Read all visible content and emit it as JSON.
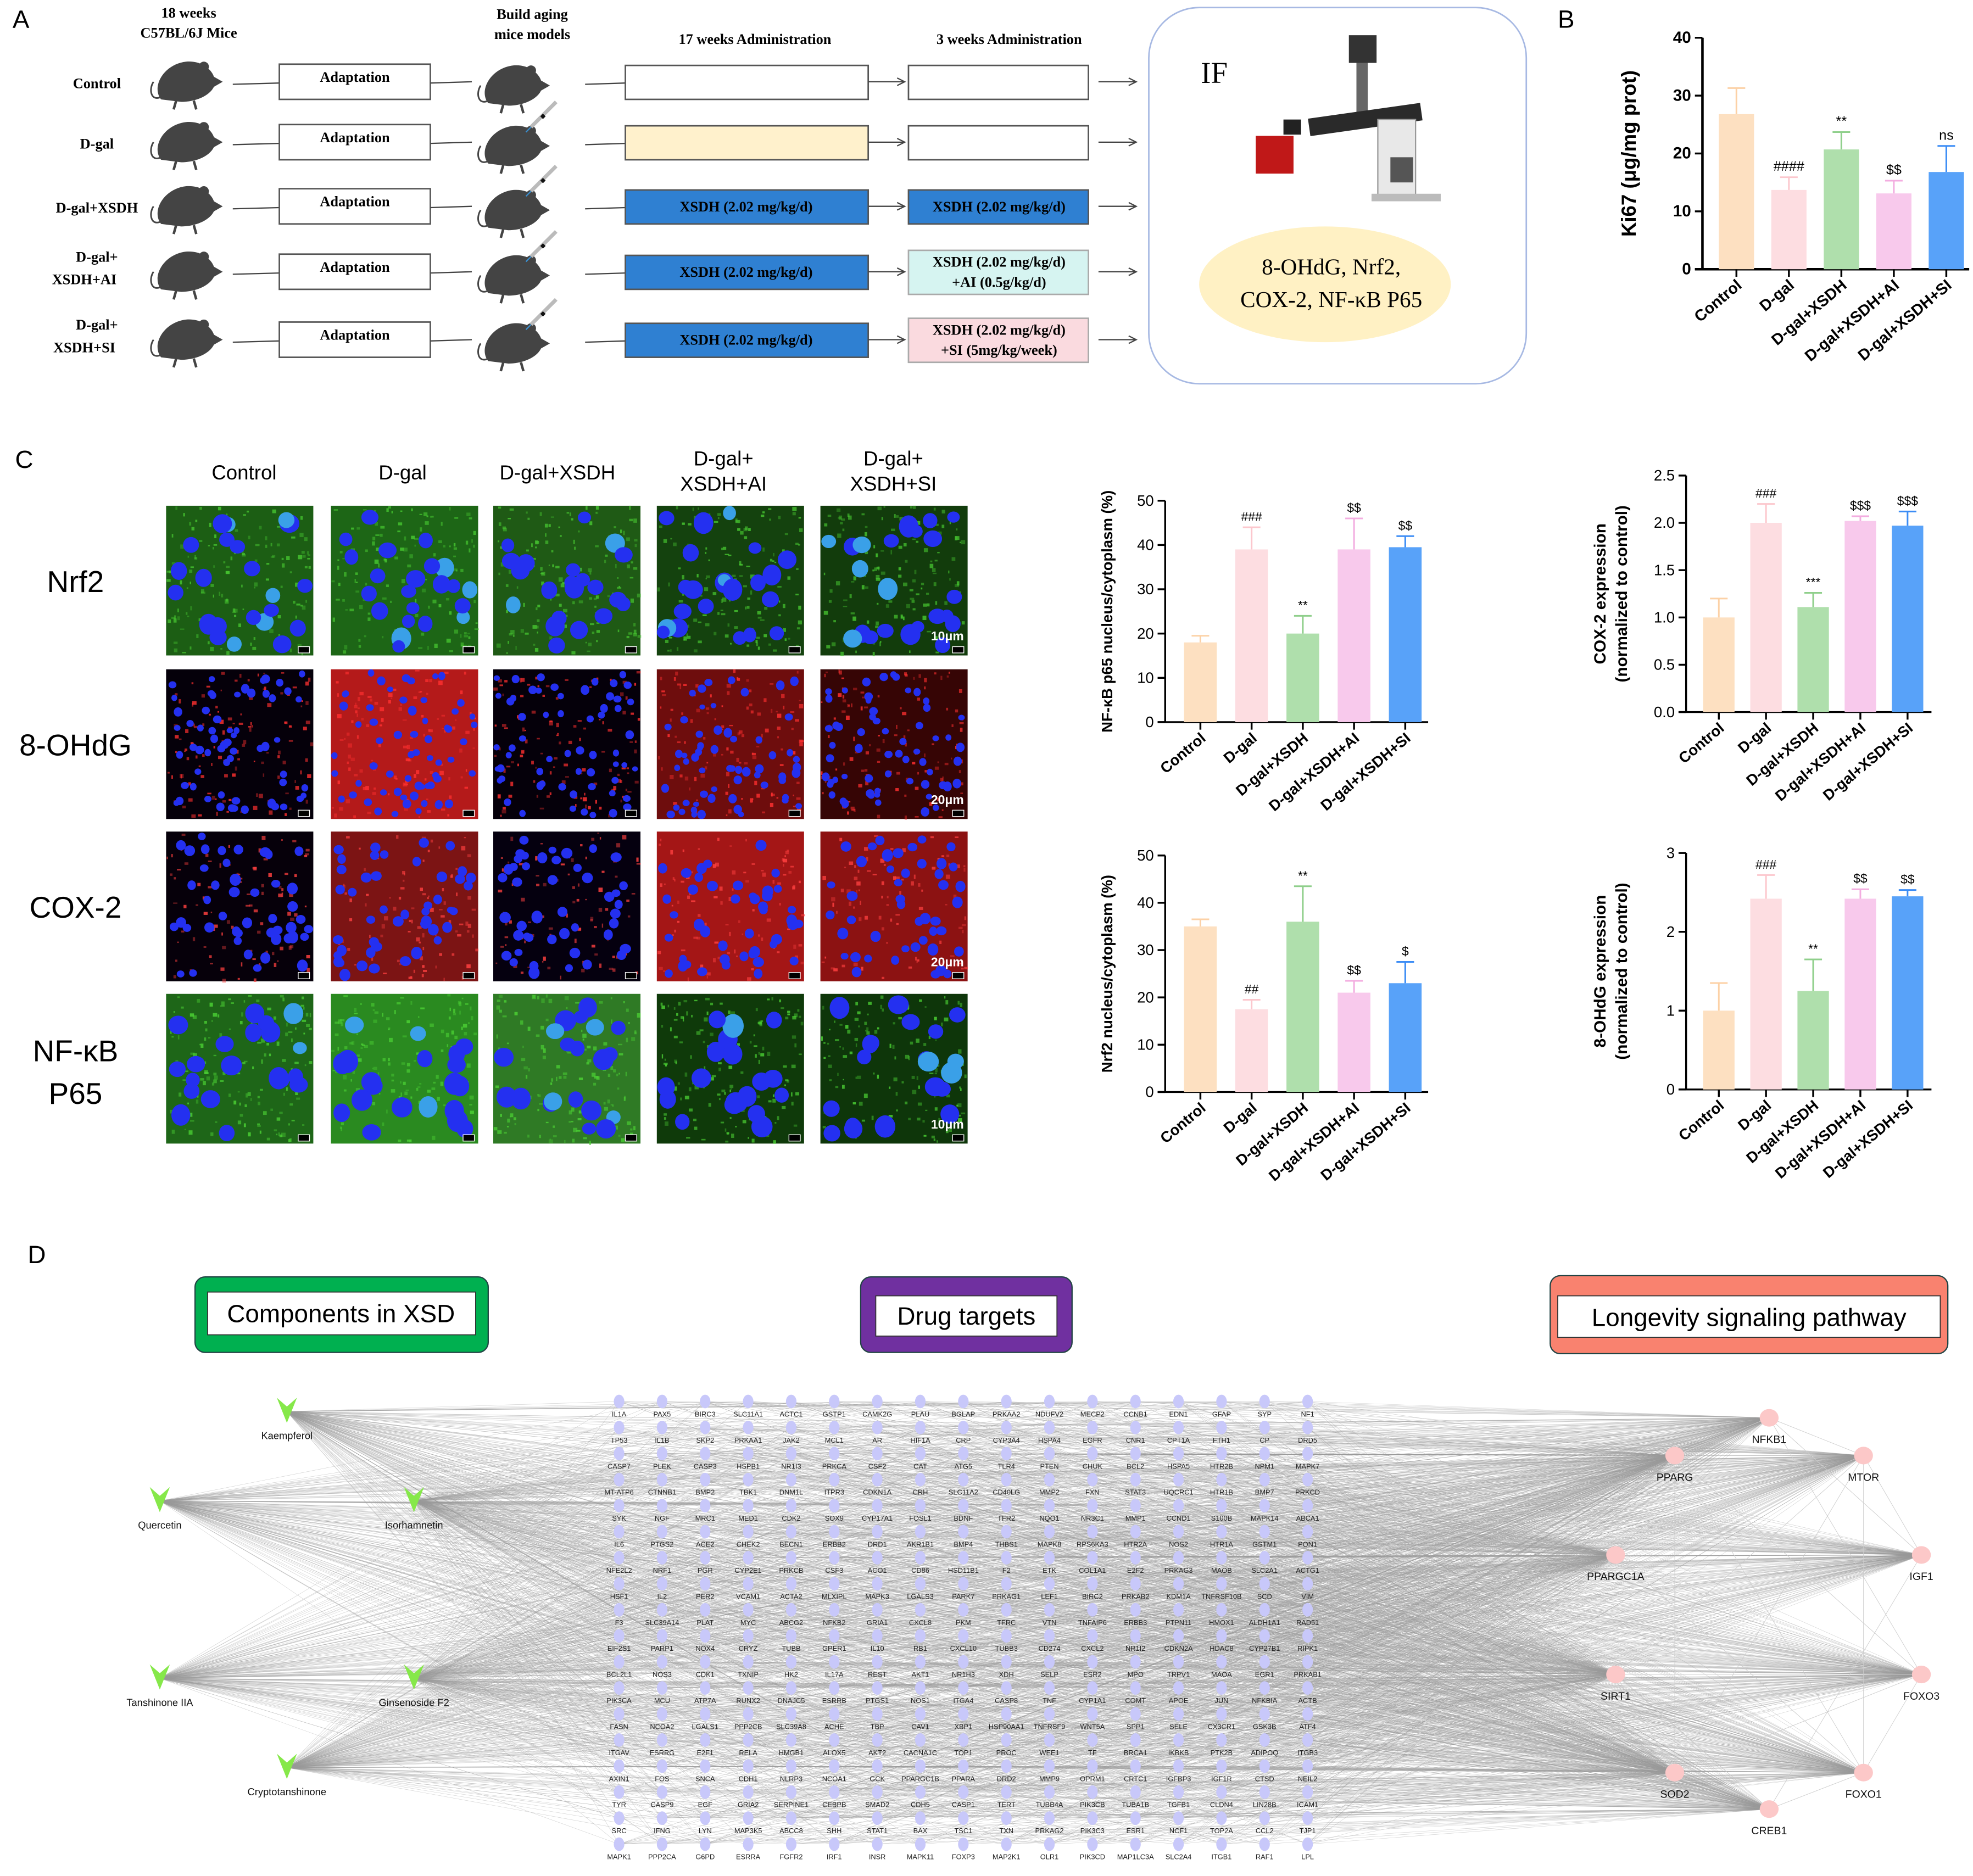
{
  "panel_labels": {
    "a": "A",
    "b": "B",
    "c": "C",
    "d": "D"
  },
  "panel_a": {
    "header_mice_line1": "18 weeks",
    "header_mice_line2": "C57BL/6J Mice",
    "header_model_line1": "Build aging",
    "header_model_line2": "mice models",
    "header_17w": "17 weeks Administration",
    "header_3w": "3 weeks Administration",
    "adaptation": "Adaptation",
    "groups": [
      {
        "label1": "Control",
        "label2": "",
        "treat17": "",
        "treat3_line1": "",
        "treat3_line2": ""
      },
      {
        "label1": "D-gal",
        "label2": "",
        "treat17": "",
        "treat3_line1": "",
        "treat3_line2": ""
      },
      {
        "label1": "D-gal+XSDH",
        "label2": "",
        "treat17": "XSDH (2.02 mg/kg/d)",
        "treat3_line1": "XSDH (2.02 mg/kg/d)",
        "treat3_line2": ""
      },
      {
        "label1": "D-gal+",
        "label2": "XSDH+AI",
        "treat17": "XSDH (2.02 mg/kg/d)",
        "treat3_line1": "XSDH (2.02 mg/kg/d)",
        "treat3_line2": "+AI (0.5g/kg/d)"
      },
      {
        "label1": "D-gal+",
        "label2": "XSDH+SI",
        "treat17": "XSDH (2.02 mg/kg/d)",
        "treat3_line1": "XSDH (2.02 mg/kg/d)",
        "treat3_line2": "+SI (5mg/kg/week)"
      }
    ],
    "if_box": {
      "title": "IF",
      "markers_line1": "8-OHdG, Nrf2,",
      "markers_line2": "COX-2, NF-κB P65"
    },
    "colors": {
      "dgal": "#fff1cc",
      "xsdh": "#2f80d2",
      "ai": "#d6f4f1",
      "si": "#fadadf"
    }
  },
  "panel_c": {
    "columns": [
      {
        "line1": "Control",
        "line2": ""
      },
      {
        "line1": "D-gal",
        "line2": ""
      },
      {
        "line1": "D-gal+XSDH",
        "line2": ""
      },
      {
        "line1": "D-gal+",
        "line2": "XSDH+AI"
      },
      {
        "line1": "D-gal+",
        "line2": "XSDH+SI"
      }
    ],
    "rows": [
      {
        "line1": "Nrf2",
        "line2": "",
        "scale_bar": "10μm"
      },
      {
        "line1": "8-OHdG",
        "line2": "",
        "scale_bar": "20μm"
      },
      {
        "line1": "COX-2",
        "line2": "",
        "scale_bar": "20μm"
      },
      {
        "line1": "NF-κB",
        "line2": "P65",
        "scale_bar": "10μm"
      }
    ]
  },
  "chart_data": [
    {
      "id": "ki67",
      "type": "bar",
      "title": "",
      "ylabel": "Ki67 (μg/mg prot)",
      "ylabel2": "",
      "categories": [
        "Control",
        "D-gal",
        "D-gal+XSDH",
        "D-gal+XSDH+AI",
        "D-gal+XSDH+SI"
      ],
      "values": [
        26.8,
        13.7,
        20.7,
        13.1,
        16.8
      ],
      "errors": [
        4.5,
        2.2,
        3.0,
        2.2,
        4.5
      ],
      "significance": [
        "",
        "####",
        "**",
        "$$",
        "ns"
      ],
      "ylim": [
        0,
        40
      ],
      "yticks": [
        "0",
        "10",
        "20",
        "30",
        "40"
      ]
    },
    {
      "id": "nfkb",
      "type": "bar",
      "title": "",
      "ylabel": "NF-κB p65 nucleus/cytoplasm (%)",
      "ylabel2": "",
      "categories": [
        "Control",
        "D-gal",
        "D-gal+XSDH",
        "D-gal+XSDH+AI",
        "D-gal+XSDH+SI"
      ],
      "values": [
        18,
        39,
        20,
        39,
        39.5
      ],
      "errors": [
        1.5,
        5,
        4,
        7,
        2.5
      ],
      "significance": [
        "",
        "###",
        "**",
        "$$",
        "$$"
      ],
      "ylim": [
        0,
        50
      ],
      "yticks": [
        "0",
        "10",
        "20",
        "30",
        "40",
        "50"
      ]
    },
    {
      "id": "cox2",
      "type": "bar",
      "title": "",
      "ylabel": "COX-2 expression",
      "ylabel2": "(normalized to control)",
      "categories": [
        "Control",
        "D-gal",
        "D-gal+XSDH",
        "D-gal+XSDH+AI",
        "D-gal+XSDH+SI"
      ],
      "values": [
        1.0,
        2.0,
        1.11,
        2.02,
        1.97
      ],
      "errors": [
        0.2,
        0.2,
        0.15,
        0.05,
        0.15
      ],
      "significance": [
        "",
        "###",
        "***",
        "$$$",
        "$$$"
      ],
      "ylim": [
        0,
        2.5
      ],
      "yticks": [
        "0.0",
        "0.5",
        "1.0",
        "1.5",
        "2.0",
        "2.5"
      ]
    },
    {
      "id": "nrf2",
      "type": "bar",
      "title": "",
      "ylabel": "Nrf2 nucleus/cytoplasm (%)",
      "ylabel2": "",
      "categories": [
        "Control",
        "D-gal",
        "D-gal+XSDH",
        "D-gal+XSDH+AI",
        "D-gal+XSDH+SI"
      ],
      "values": [
        35,
        17.5,
        36,
        21,
        23
      ],
      "errors": [
        1.5,
        2,
        7.5,
        2.5,
        4.5
      ],
      "significance": [
        "",
        "##",
        "**",
        "$$",
        "$"
      ],
      "ylim": [
        0,
        50
      ],
      "yticks": [
        "0",
        "10",
        "20",
        "30",
        "40",
        "50"
      ]
    },
    {
      "id": "ohdg",
      "type": "bar",
      "title": "",
      "ylabel": "8-OHdG expression",
      "ylabel2": "(normalized to control)",
      "categories": [
        "Control",
        "D-gal",
        "D-gal+XSDH",
        "D-gal+XSDH+AI",
        "D-gal+XSDH+SI"
      ],
      "values": [
        1.0,
        2.42,
        1.25,
        2.42,
        2.45
      ],
      "errors": [
        0.35,
        0.3,
        0.4,
        0.12,
        0.08
      ],
      "significance": [
        "",
        "###",
        "**",
        "$$",
        "$$"
      ],
      "ylim": [
        0,
        3
      ],
      "yticks": [
        "0",
        "1",
        "2",
        "3"
      ]
    }
  ],
  "bar_colors": [
    "#fde0c1",
    "#fddde1",
    "#afdfac",
    "#f8c9ec",
    "#58a2f9"
  ],
  "panel_d": {
    "header_components": "Components in XSD",
    "header_targets": "Drug targets",
    "header_pathway": "Longevity signaling pathway",
    "colors": {
      "components": "#00b050",
      "targets": "#7030a0",
      "pathway": "#f9826f",
      "component_node": "#86e84a",
      "target_node": "#c8c8fa",
      "pathway_node": "#fcc8c8"
    },
    "components": [
      "Kaempferol",
      "Quercetin",
      "Isorhamnetin",
      "Tanshinone IIA",
      "Ginsenoside F2",
      "Cryptotanshinone"
    ],
    "pathway_genes": [
      "NFKB1",
      "PPARG",
      "MTOR",
      "PPARGC1A",
      "IGF1",
      "SIRT1",
      "FOXO3",
      "SOD2",
      "FOXO1",
      "CREB1"
    ],
    "targets": [
      [
        "IL1A",
        "PAX5",
        "BIRC3",
        "SLC11A1",
        "ACTC1",
        "GSTP1",
        "CAMK2G",
        "PLAU",
        "BGLAP",
        "PRKAA2",
        "NDUFV2",
        "MECP2",
        "CCNB1",
        "EDN1",
        "GFAP",
        "SYP",
        "NF1"
      ],
      [
        "TP53",
        "IL1B",
        "SKP2",
        "PRKAA1",
        "JAK2",
        "MCL1",
        "AR",
        "HIF1A",
        "CRP",
        "CYP3A4",
        "HSPA4",
        "EGFR",
        "CNR1",
        "CPT1A",
        "FTH1",
        "CP",
        "DRD5"
      ],
      [
        "CASP7",
        "PLEK",
        "CASP3",
        "HSPB1",
        "NR1I3",
        "PRKCA",
        "CSF2",
        "CAT",
        "ATG5",
        "TLR4",
        "PTEN",
        "CHUK",
        "BCL2",
        "HSPA5",
        "HTR2B",
        "NPM1",
        "MAPK7"
      ],
      [
        "MT-ATP6",
        "CTNNB1",
        "BMP2",
        "TBK1",
        "DNM1L",
        "ITPR3",
        "CDKN1A",
        "CRH",
        "SLC11A2",
        "CD40LG",
        "MMP2",
        "FXN",
        "STAT3",
        "UQCRC1",
        "HTR1B",
        "BMP7",
        "PRKCD"
      ],
      [
        "SYK",
        "NGF",
        "MRC1",
        "MED1",
        "CDK2",
        "SOX9",
        "CYP17A1",
        "FOSL1",
        "BDNF",
        "TFR2",
        "NQO1",
        "NR3C1",
        "MMP1",
        "CCND1",
        "S100B",
        "MAPK14",
        "ABCA1"
      ],
      [
        "IL6",
        "PTGS2",
        "ACE2",
        "CHEK2",
        "BECN1",
        "ERBB2",
        "DRD1",
        "AKR1B1",
        "BMP4",
        "THBS1",
        "MAPK8",
        "RPS6KA3",
        "HTR2A",
        "NOS2",
        "HTR1A",
        "GSTM1",
        "PON1"
      ],
      [
        "NFE2L2",
        "NRF1",
        "PGR",
        "CYP2E1",
        "PRKCB",
        "CSF3",
        "ACO1",
        "CD86",
        "HSD11B1",
        "F2",
        "ETK",
        "COL1A1",
        "E2F2",
        "PRKAG3",
        "MAOB",
        "SLC2A1",
        "ACTG1"
      ],
      [
        "HSF1",
        "IL2",
        "PER2",
        "VCAM1",
        "ACTA2",
        "MLXIPL",
        "MAPK3",
        "LGALS3",
        "PARK7",
        "PRKAG1",
        "LEF1",
        "BIRC2",
        "PRKAB2",
        "KDM1A",
        "TNFRSF10B",
        "SCD",
        "VIM"
      ],
      [
        "F3",
        "SLC39A14",
        "PLAT",
        "MYC",
        "ABCG2",
        "NFKB2",
        "GRIA1",
        "CXCL8",
        "PKM",
        "TFRC",
        "VTN",
        "TNFAIP6",
        "ERBB3",
        "PTPN11",
        "HMOX1",
        "ALDH1A1",
        "RAD51"
      ],
      [
        "EIF2S1",
        "PARP1",
        "NOX4",
        "CRYZ",
        "TUBB",
        "GPER1",
        "IL10",
        "RB1",
        "CXCL10",
        "TUBB3",
        "CD274",
        "CXCL2",
        "NR1I2",
        "CDKN2A",
        "HDAC8",
        "CYP27B1",
        "RIPK1"
      ],
      [
        "BCL2L1",
        "NOS3",
        "CDK1",
        "TXNIP",
        "HK2",
        "IL17A",
        "REST",
        "AKT1",
        "NR1H3",
        "XDH",
        "SELP",
        "ESR2",
        "MPO",
        "TRPV1",
        "MAOA",
        "EGR1",
        "PRKAB1"
      ],
      [
        "PIK3CA",
        "MCU",
        "ATP7A",
        "RUNX2",
        "DNAJC5",
        "ESRRB",
        "PTGS1",
        "NOS1",
        "ITGA4",
        "CASP8",
        "TNF",
        "CYP1A1",
        "COMT",
        "APOE",
        "JUN",
        "NFKBIA",
        "ACTB"
      ],
      [
        "FASN",
        "NCOA2",
        "LGALS1",
        "PPP2CB",
        "SLC39A8",
        "ACHE",
        "TBP",
        "CAV1",
        "XBP1",
        "HSP90AA1",
        "TNFRSF9",
        "WNT5A",
        "SPP1",
        "SELE",
        "CX3CR1",
        "GSK3B",
        "ATF4"
      ],
      [
        "ITGAV",
        "ESRRG",
        "E2F1",
        "RELA",
        "HMGB1",
        "ALOX5",
        "AKT2",
        "CACNA1C",
        "TOP1",
        "PROC",
        "WEE1",
        "TF",
        "BRCA1",
        "IKBKB",
        "PTK2B",
        "ADIPOQ",
        "ITGB3"
      ],
      [
        "AXIN1",
        "FOS",
        "SNCA",
        "CDH1",
        "NLRP3",
        "NCOA1",
        "GCK",
        "PPARGC1B",
        "PPARA",
        "DRD2",
        "MMP9",
        "OPRM1",
        "CRTC1",
        "IGFBP3",
        "IGF1R",
        "CTSD",
        "NEIL2"
      ],
      [
        "TYR",
        "CASP9",
        "EGF",
        "GRIA2",
        "SERPINE1",
        "CEBPB",
        "SMAD2",
        "CDH5",
        "CASP1",
        "TERT",
        "TUBB4A",
        "PIK3CB",
        "TUBA1B",
        "TGFB1",
        "CLDN4",
        "LIN28B",
        "ICAM1"
      ],
      [
        "SRC",
        "IFNG",
        "LYN",
        "MAP3K5",
        "ABCC8",
        "SHH",
        "STAT1",
        "BAX",
        "TSC1",
        "TXN",
        "PRKAG2",
        "PIK3C3",
        "ESR1",
        "NCF1",
        "TOP2A",
        "CCL2",
        "TJP1"
      ],
      [
        "MAPK1",
        "PPP2CA",
        "G6PD",
        "ESRRA",
        "FGFR2",
        "IRF1",
        "INSR",
        "MAPK11",
        "FOXP3",
        "MAP2K1",
        "OLR1",
        "PIK3CD",
        "MAP1LC3A",
        "SLC2A4",
        "ITGB1",
        "RAF1",
        "LPL"
      ]
    ]
  }
}
